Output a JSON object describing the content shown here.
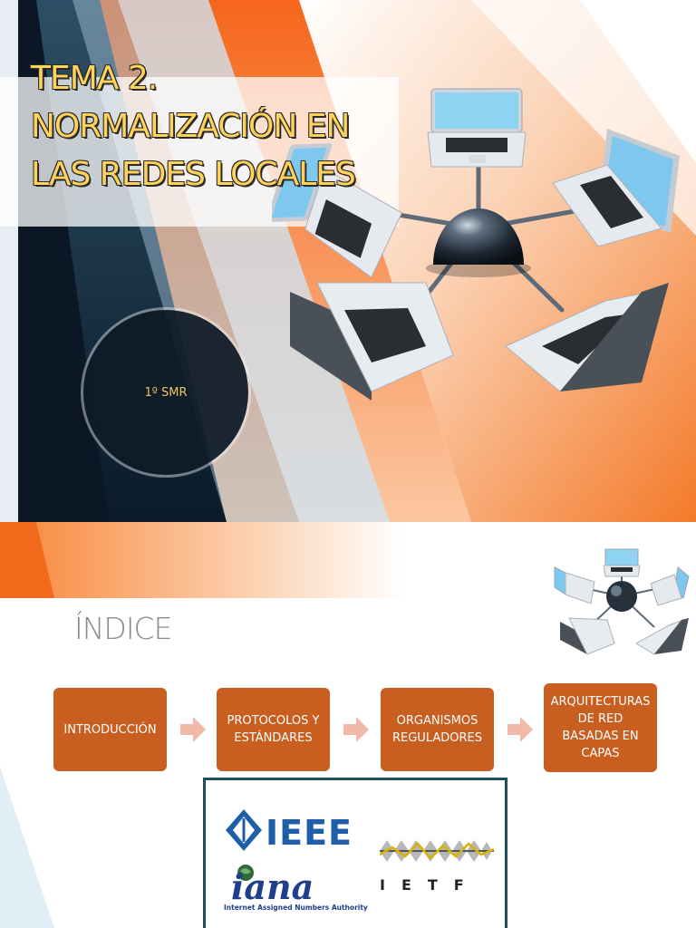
{
  "slide1": {
    "title_lines": [
      "TEMA 2.",
      "NORMALIZACIÓN EN",
      "LAS REDES LOCALES"
    ],
    "course": "1º SMR",
    "colors": {
      "title": "#ffd25a",
      "accent_orange": "#f47a2a",
      "navy": "#0e2a3e"
    }
  },
  "slide2": {
    "title": "ÍNDICE",
    "steps": [
      "INTRODUCCIÓN",
      "PROTOCOLOS Y\nESTÁNDARES",
      "ORGANISMOS\nREGULADORES",
      "ARQUITECTURAS\nDE RED\nBASADAS EN\nCAPAS"
    ],
    "logos": {
      "ieee": "IEEE",
      "iana": "iana",
      "iana_sub": "Internet Assigned Numbers Authority",
      "ietf": "IETF"
    },
    "colors": {
      "step_fill": "#c85e1f",
      "arrow": "#f2b8a8",
      "box_border": "#1f4e5c"
    }
  }
}
